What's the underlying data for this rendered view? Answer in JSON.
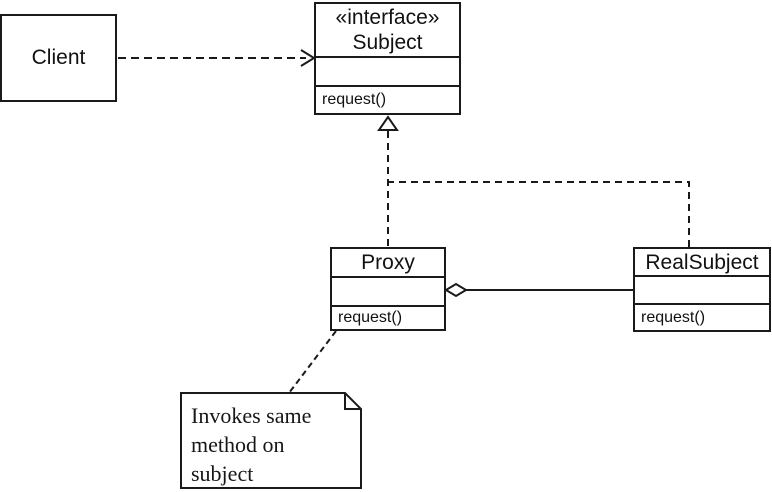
{
  "colors": {
    "line": "#1a1a1a",
    "background": "#ffffff",
    "text": "#111111"
  },
  "classes": {
    "client": {
      "name": "Client"
    },
    "subject": {
      "stereotype": "«interface»",
      "name": "Subject",
      "operation": "request()"
    },
    "proxy": {
      "name": "Proxy",
      "operation": "request()"
    },
    "real_subject": {
      "name": "RealSubject",
      "operation": "request()"
    }
  },
  "note": {
    "lines": [
      "Invokes same",
      "method on",
      "subject"
    ]
  }
}
